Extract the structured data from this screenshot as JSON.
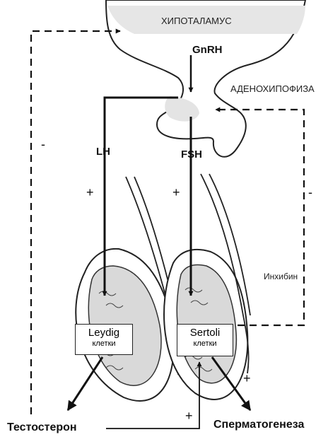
{
  "labels": {
    "hypothalamus": "ХИПОТАЛАМУС",
    "adenohypophysis": "АДЕНОХИПОФИЗА",
    "gnrh": "GnRH",
    "lh": "LH",
    "fsh": "FSH",
    "inhibin": "Инхибин"
  },
  "signs": {
    "left_feedback": "-",
    "right_feedback": "-",
    "lh_plus": "+",
    "fsh_plus": "+",
    "spermatogenesis_plus": "+",
    "testosterone_plus": "+"
  },
  "cells": {
    "leydig_title": "Leydig",
    "leydig_sub": "клетки",
    "sertoli_title": "Sertoli",
    "sertoli_sub": "клетки"
  },
  "outputs": {
    "testosterone": "Тестостерон",
    "spermatogenesis": "Сперматогенеза"
  }
}
